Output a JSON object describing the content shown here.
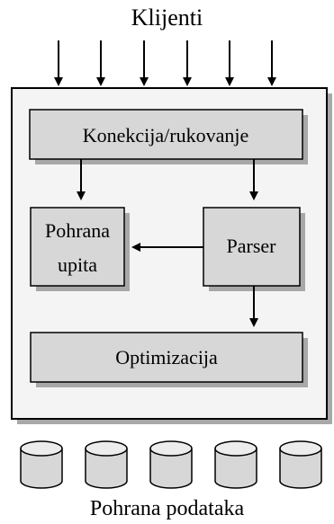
{
  "diagram": {
    "clients_label": "Klijenti",
    "components": {
      "connection": "Konekcija/rukovanje",
      "query_cache_line1": "Pohrana",
      "query_cache_line2": "upita",
      "parser": "Parser",
      "optimizer": "Optimizacija"
    },
    "storage_label": "Pohrana podataka",
    "colors": {
      "background": "#ffffff",
      "box_fill": "#d7d7d7",
      "outer_box_fill": "#f4f4f4",
      "shadow": "#a8a8a8",
      "stroke": "#000000"
    }
  }
}
